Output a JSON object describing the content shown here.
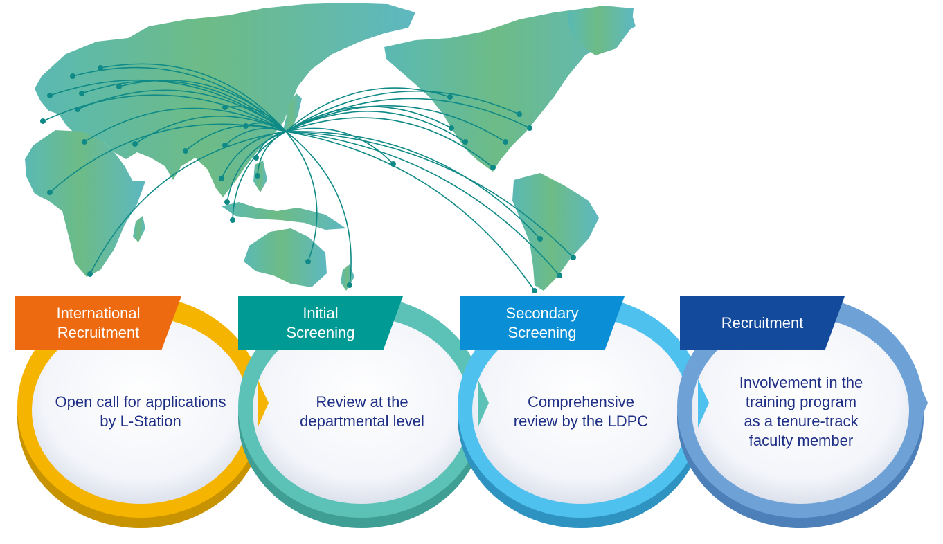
{
  "steps": [
    {
      "title": "International\nRecruitment",
      "body": "Open call for applications\nby L-Station",
      "color": "#f5b400",
      "tag_color": "#ee6a10"
    },
    {
      "title": "Initial\nScreening",
      "body": "Review at the\ndepartmental level",
      "color": "#5cc2b7",
      "tag_color": "#009a94"
    },
    {
      "title": "Secondary\nScreening",
      "body": "Comprehensive\nreview by the LDPC",
      "color": "#4fc1ef",
      "tag_color": "#0a8fd6"
    },
    {
      "title": "Recruitment",
      "body": "Involvement in the\ntraining program\nas a tenure-track\nfaculty member",
      "color": "#6ea2d6",
      "tag_color": "#144a9c"
    }
  ],
  "colors": {
    "map_left": "#5ab9b4",
    "map_mid": "#6dbb86",
    "map_right": "#5db8c0",
    "route": "#0f8a86"
  }
}
